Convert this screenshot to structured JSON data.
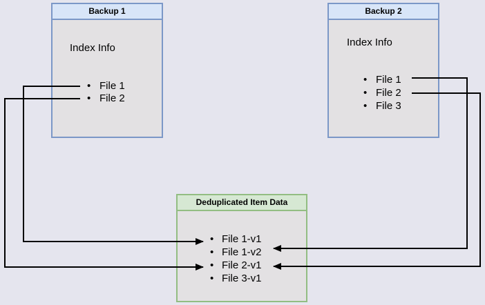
{
  "backup1": {
    "title": "Backup 1",
    "subtitle": "Index Info",
    "files": [
      "File 1",
      "File 2"
    ]
  },
  "backup2": {
    "title": "Backup 2",
    "subtitle": "Index Info",
    "files": [
      "File 1",
      "File 2",
      "File 3"
    ]
  },
  "dedup": {
    "title": "Deduplicated Item Data",
    "items": [
      "File 1-v1",
      "File 1-v2",
      "File 2-v1",
      "File 3-v1"
    ]
  },
  "connections": [
    {
      "from": "Backup 1 / File 1",
      "to": "Deduplicated Item Data / File 1-v1"
    },
    {
      "from": "Backup 1 / File 2",
      "to": "Deduplicated Item Data / File 2-v1"
    },
    {
      "from": "Backup 2 / File 1",
      "to": "Deduplicated Item Data / File 1-v2"
    },
    {
      "from": "Backup 2 / File 2",
      "to": "Deduplicated Item Data / File 2-v1"
    }
  ],
  "colors": {
    "page_bg": "#e5e5ee",
    "box_body": "#e3e1e3",
    "blue_fill": "#d8e5f8",
    "blue_border": "#7b97c7",
    "green_fill": "#d6e8d3",
    "green_border": "#92bd82",
    "arrow": "#000000"
  }
}
